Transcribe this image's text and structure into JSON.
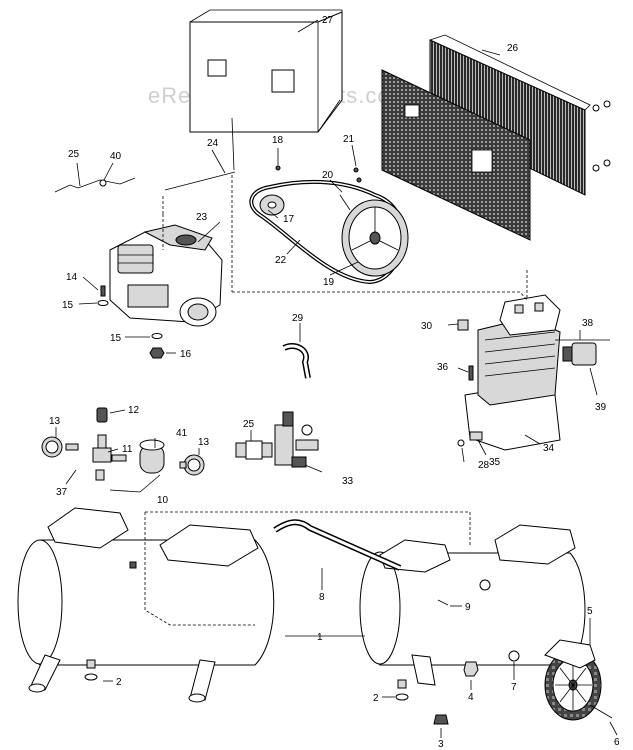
{
  "watermark": "eReplacementParts.com",
  "callouts": {
    "c1": "1",
    "c2a": "2",
    "c2b": "2",
    "c3": "3",
    "c4": "4",
    "c5": "5",
    "c6": "6",
    "c7": "7",
    "c8": "8",
    "c9": "9",
    "c10": "10",
    "c11": "11",
    "c12": "12",
    "c13a": "13",
    "c13b": "13",
    "c14": "14",
    "c15a": "15",
    "c15b": "15",
    "c16": "16",
    "c17": "17",
    "c18": "18",
    "c19": "19",
    "c20": "20",
    "c21": "21",
    "c22": "22",
    "c23": "23",
    "c24": "24",
    "c25a": "25",
    "c25b": "25",
    "c26": "26",
    "c27": "27",
    "c28": "28",
    "c29": "29",
    "c30": "30",
    "c33": "33",
    "c34": "34",
    "c35": "35",
    "c36": "36",
    "c37": "37",
    "c38": "38",
    "c39": "39",
    "c40": "40",
    "c41": "41"
  }
}
